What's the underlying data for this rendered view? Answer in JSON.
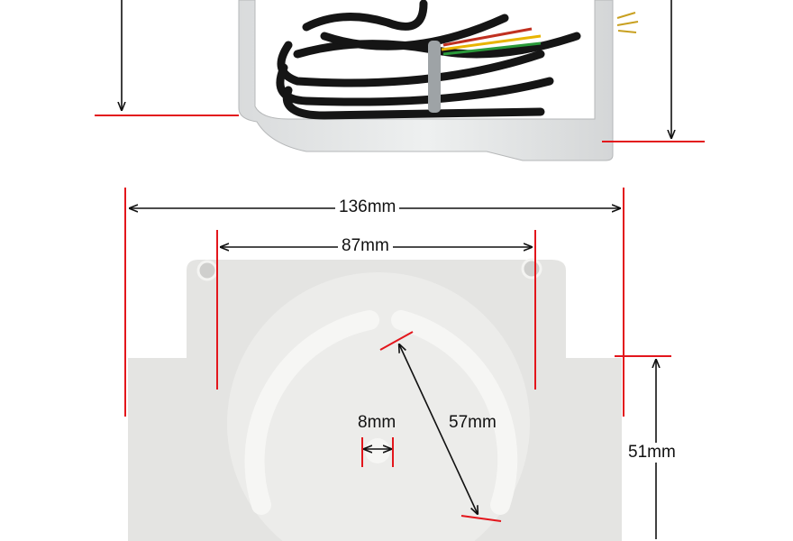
{
  "dimensions": {
    "overall_width": "136mm",
    "hole_spacing": "87mm",
    "arc_diameter": "57mm",
    "slot_width": "8mm",
    "body_height": "51mm"
  },
  "colors": {
    "dimension_line": "#e3161c",
    "plate": "#e4e4e2",
    "arrow": "#111111"
  }
}
